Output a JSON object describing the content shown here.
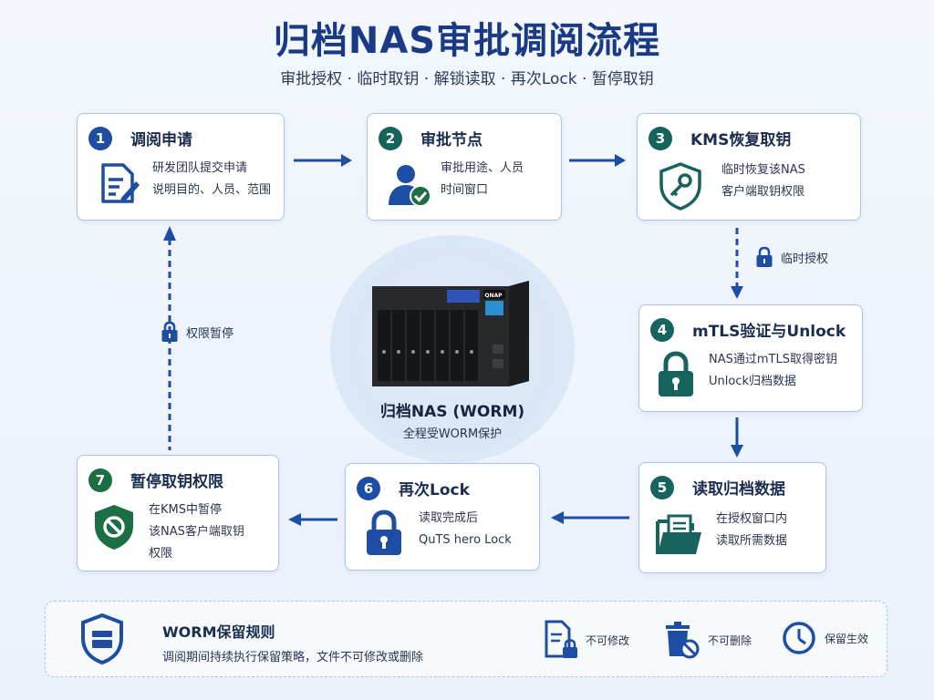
{
  "title": "归档NAS审批调阅流程",
  "subtitle": "审批授权 · 临时取钥 · 解锁读取 · 再次Lock · 暂停取钥",
  "colors": {
    "primary": "#1d4ea3",
    "teal": "#17635e",
    "green": "#1c6e44",
    "border": "#a9c4e8"
  },
  "steps": [
    {
      "num": "1",
      "title": "调阅申请",
      "lines": [
        "研发团队提交申请",
        "说明目的、人员、范围"
      ],
      "icon": "document-edit-icon"
    },
    {
      "num": "2",
      "title": "审批节点",
      "lines": [
        "审批用途、人员",
        "时间窗口"
      ],
      "icon": "user-check-icon"
    },
    {
      "num": "3",
      "title": "KMS恢复取钥",
      "lines": [
        "临时恢复该NAS",
        "客户端取钥权限"
      ],
      "icon": "shield-key-icon"
    },
    {
      "num": "4",
      "title": "mTLS验证与Unlock",
      "lines": [
        "NAS通过mTLS取得密钥",
        "Unlock归档数据"
      ],
      "icon": "lock-icon"
    },
    {
      "num": "5",
      "title": "读取归档数据",
      "lines": [
        "在授权窗口内",
        "读取所需数据"
      ],
      "icon": "folder-icon"
    },
    {
      "num": "6",
      "title": "再次Lock",
      "lines": [
        "读取完成后",
        "QuTS hero Lock"
      ],
      "icon": "lock-icon"
    },
    {
      "num": "7",
      "title": "暂停取钥权限",
      "lines": [
        "在KMS中暂停",
        "该NAS客户端取钥",
        "权限"
      ],
      "icon": "shield-block-icon"
    }
  ],
  "tags": {
    "temp_auth": "临时授权",
    "pause_perm": "权限暂停"
  },
  "nas": {
    "label": "归档NAS (WORM)",
    "sub": "全程受WORM保护",
    "brand": "QNAP"
  },
  "rules": {
    "title": "WORM保留规则",
    "desc": "调阅期间持续执行保留策略，文件不可修改或删除",
    "items": [
      {
        "label": "不可修改",
        "icon": "file-lock-icon"
      },
      {
        "label": "不可删除",
        "icon": "trash-block-icon"
      },
      {
        "label": "保留生效",
        "icon": "clock-icon"
      }
    ]
  }
}
